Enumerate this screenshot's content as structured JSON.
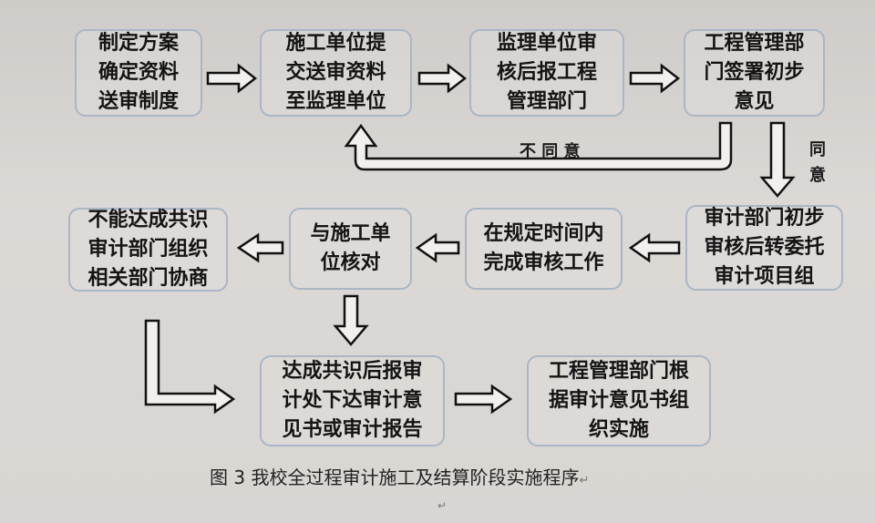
{
  "boxes": {
    "b1": [
      "制定方案",
      "确定资料",
      "送审制度"
    ],
    "b2": [
      "施工单位提",
      "交送审资料",
      "至监理单位"
    ],
    "b3": [
      "监理单位审",
      "核后报工程",
      "管理部门"
    ],
    "b4": [
      "工程管理部",
      "门签署初步",
      "意见"
    ],
    "b5": [
      "审计部门初步",
      "审核后转委托",
      "审计项目组"
    ],
    "b6": [
      "在规定时间内",
      "完成审核工作"
    ],
    "b7": [
      "与施工单",
      "位核对"
    ],
    "b8": [
      "不能达成共识",
      "审计部门组织",
      "相关部门协商"
    ],
    "b9": [
      "达成共识后报审",
      "计处下达审计意",
      "见书或审计报告"
    ],
    "b10": [
      "工程管理部门根",
      "据审计意见书组",
      "织实施"
    ]
  },
  "labels": {
    "disagree": "不 同 意",
    "agree_1": "同",
    "agree_2": "意"
  },
  "caption": "图 3 我校全过程审计施工及结算阶段实施程序",
  "paragraph_mark": "↵"
}
